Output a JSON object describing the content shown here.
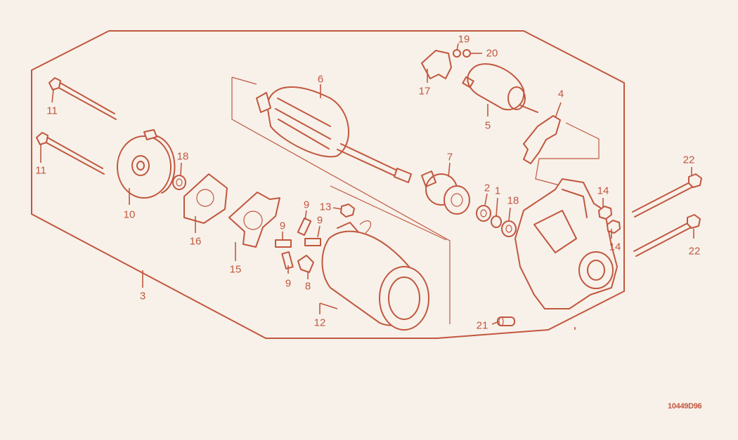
{
  "diagram": {
    "ink_color": "#c2573e",
    "background_color": "#f7f1ea",
    "drawing_code": "10449D96",
    "callouts": [
      {
        "id": "c1",
        "text": "1"
      },
      {
        "id": "c2",
        "text": "2"
      },
      {
        "id": "c3",
        "text": "3"
      },
      {
        "id": "c4",
        "text": "4"
      },
      {
        "id": "c5",
        "text": "5"
      },
      {
        "id": "c6",
        "text": "6"
      },
      {
        "id": "c7",
        "text": "7"
      },
      {
        "id": "c8",
        "text": "8"
      },
      {
        "id": "c9a",
        "text": "9"
      },
      {
        "id": "c9b",
        "text": "9"
      },
      {
        "id": "c9c",
        "text": "9"
      },
      {
        "id": "c9d",
        "text": "9"
      },
      {
        "id": "c10",
        "text": "10"
      },
      {
        "id": "c11a",
        "text": "11"
      },
      {
        "id": "c11b",
        "text": "11"
      },
      {
        "id": "c12",
        "text": "12"
      },
      {
        "id": "c13",
        "text": "13"
      },
      {
        "id": "c14a",
        "text": "14"
      },
      {
        "id": "c14b",
        "text": "14"
      },
      {
        "id": "c15",
        "text": "15"
      },
      {
        "id": "c16",
        "text": "16"
      },
      {
        "id": "c17",
        "text": "17"
      },
      {
        "id": "c18a",
        "text": "18"
      },
      {
        "id": "c18b",
        "text": "18"
      },
      {
        "id": "c19",
        "text": "19"
      },
      {
        "id": "c20",
        "text": "20"
      },
      {
        "id": "c21",
        "text": "21"
      },
      {
        "id": "c22a",
        "text": "22"
      },
      {
        "id": "c22b",
        "text": "22"
      }
    ]
  }
}
